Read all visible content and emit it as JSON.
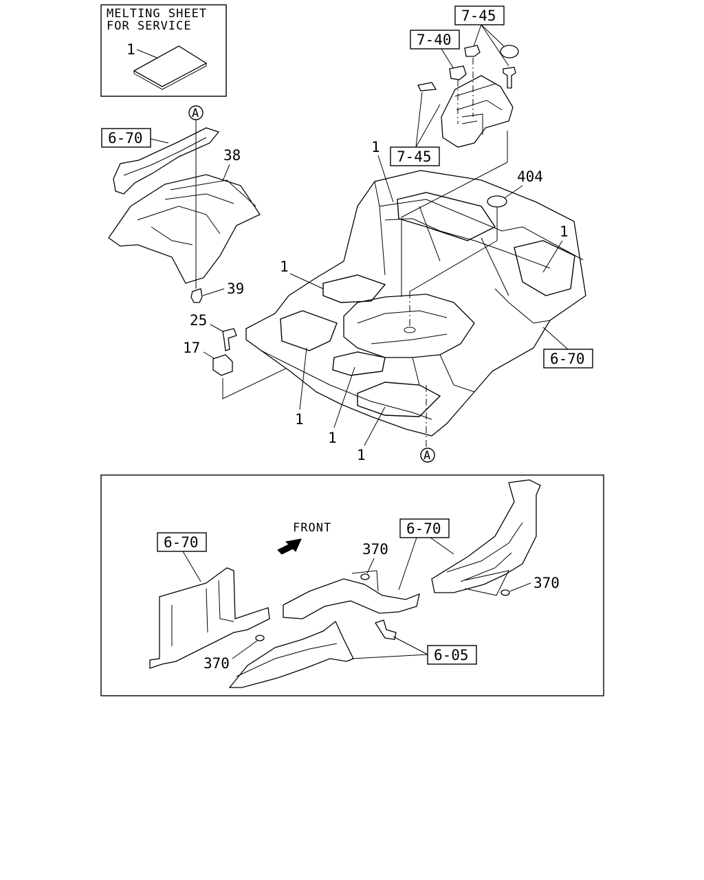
{
  "service_box": {
    "title_line1": "MELTING SHEET",
    "title_line2": "FOR SERVICE",
    "part_number": "1"
  },
  "refs": {
    "r745_top": "7-45",
    "r740": "7-40",
    "r745_mid": "7-45",
    "r670_left": "6-70",
    "r670_right": "6-70",
    "r670_inset_left": "6-70",
    "r670_inset_mid": "6-70",
    "r605": "6-05"
  },
  "callouts": {
    "c38": "38",
    "c39": "39",
    "c25": "25",
    "c17": "17",
    "c404": "404",
    "c1_a": "1",
    "c1_b": "1",
    "c1_c": "1",
    "c1_d": "1",
    "c1_e": "1",
    "c1_f": "1",
    "c370_a": "370",
    "c370_b": "370",
    "c370_c": "370"
  },
  "markers": {
    "a_top": "A",
    "a_bottom": "A"
  },
  "inset": {
    "front_label": "FRONT"
  }
}
